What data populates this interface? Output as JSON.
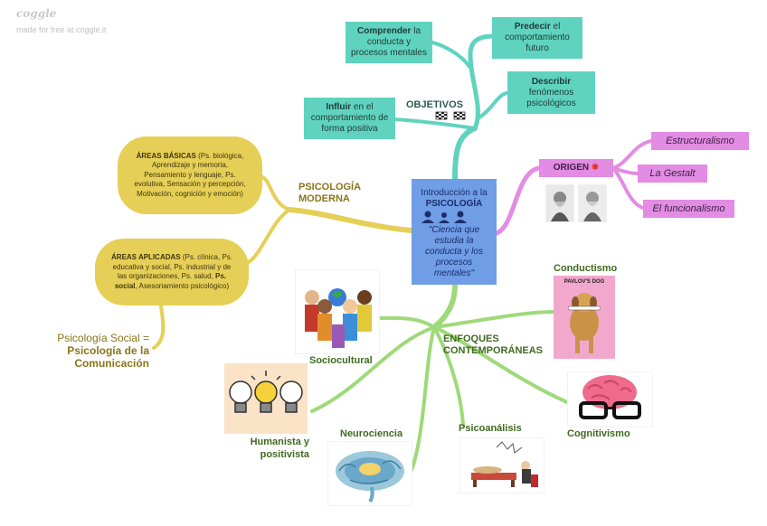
{
  "brand": {
    "name": "coggle",
    "sub": "made for free at coggle.it"
  },
  "center": {
    "title_line1": "Introducción a la",
    "title_line2": "PSICOLOGÍA",
    "quote": "\"Ciencia que estudia la conducta y los procesos mentales\""
  },
  "objetivos": {
    "label": "OBJETIVOS",
    "nodes": [
      {
        "bold": "Comprender",
        "rest": " la conducta y procesos mentales"
      },
      {
        "bold": "Predecir",
        "rest": " el comportamiento futuro"
      },
      {
        "bold": "Describir",
        "rest": " fenómenos psicológicos"
      },
      {
        "bold": "Influir",
        "rest": " en el comportamiento de forma positiva"
      }
    ]
  },
  "origen": {
    "label": "ORIGEN",
    "items": [
      "Estructuralismo",
      "La Gestalt",
      "El funcionalismo"
    ]
  },
  "moderna": {
    "label": "PSICOLOGÍA MODERNA",
    "basicas": {
      "bold": "ÁREAS BÁSICAS",
      "rest": " (Ps. biológica, Aprendizaje y memoria, Pensamiento y lenguaje, Ps. evolutiva, Sensación y percepción, Motivación, cognición y emoción)"
    },
    "aplicadas": {
      "bold": "ÁREAS APLICADAS",
      "rest": " (Ps. clínica, Ps. educativa y social, Ps. industrial y de las organizaciones, Ps. salud, ",
      "bold2": "Ps. social",
      "rest2": ", Asesoriamiento psicológico)"
    },
    "social_line1": "Psicología Social =",
    "social_line2": "Psicología de la Comunicación"
  },
  "enfoques": {
    "label": "ENFOQUES CONTEMPORÁNEAS",
    "items": [
      "Conductismo",
      "Cognitivismo",
      "Psicoanálisis",
      "Neurociencia",
      "Humanista y positivista",
      "Sociocultural"
    ],
    "pavlov_text": "PAVLOV'S DOG"
  },
  "colors": {
    "teal": "#5fd3bf",
    "center": "#6f9de6",
    "yellow": "#e6cf56",
    "pink": "#e38ce3",
    "green": "#9fd97a"
  }
}
